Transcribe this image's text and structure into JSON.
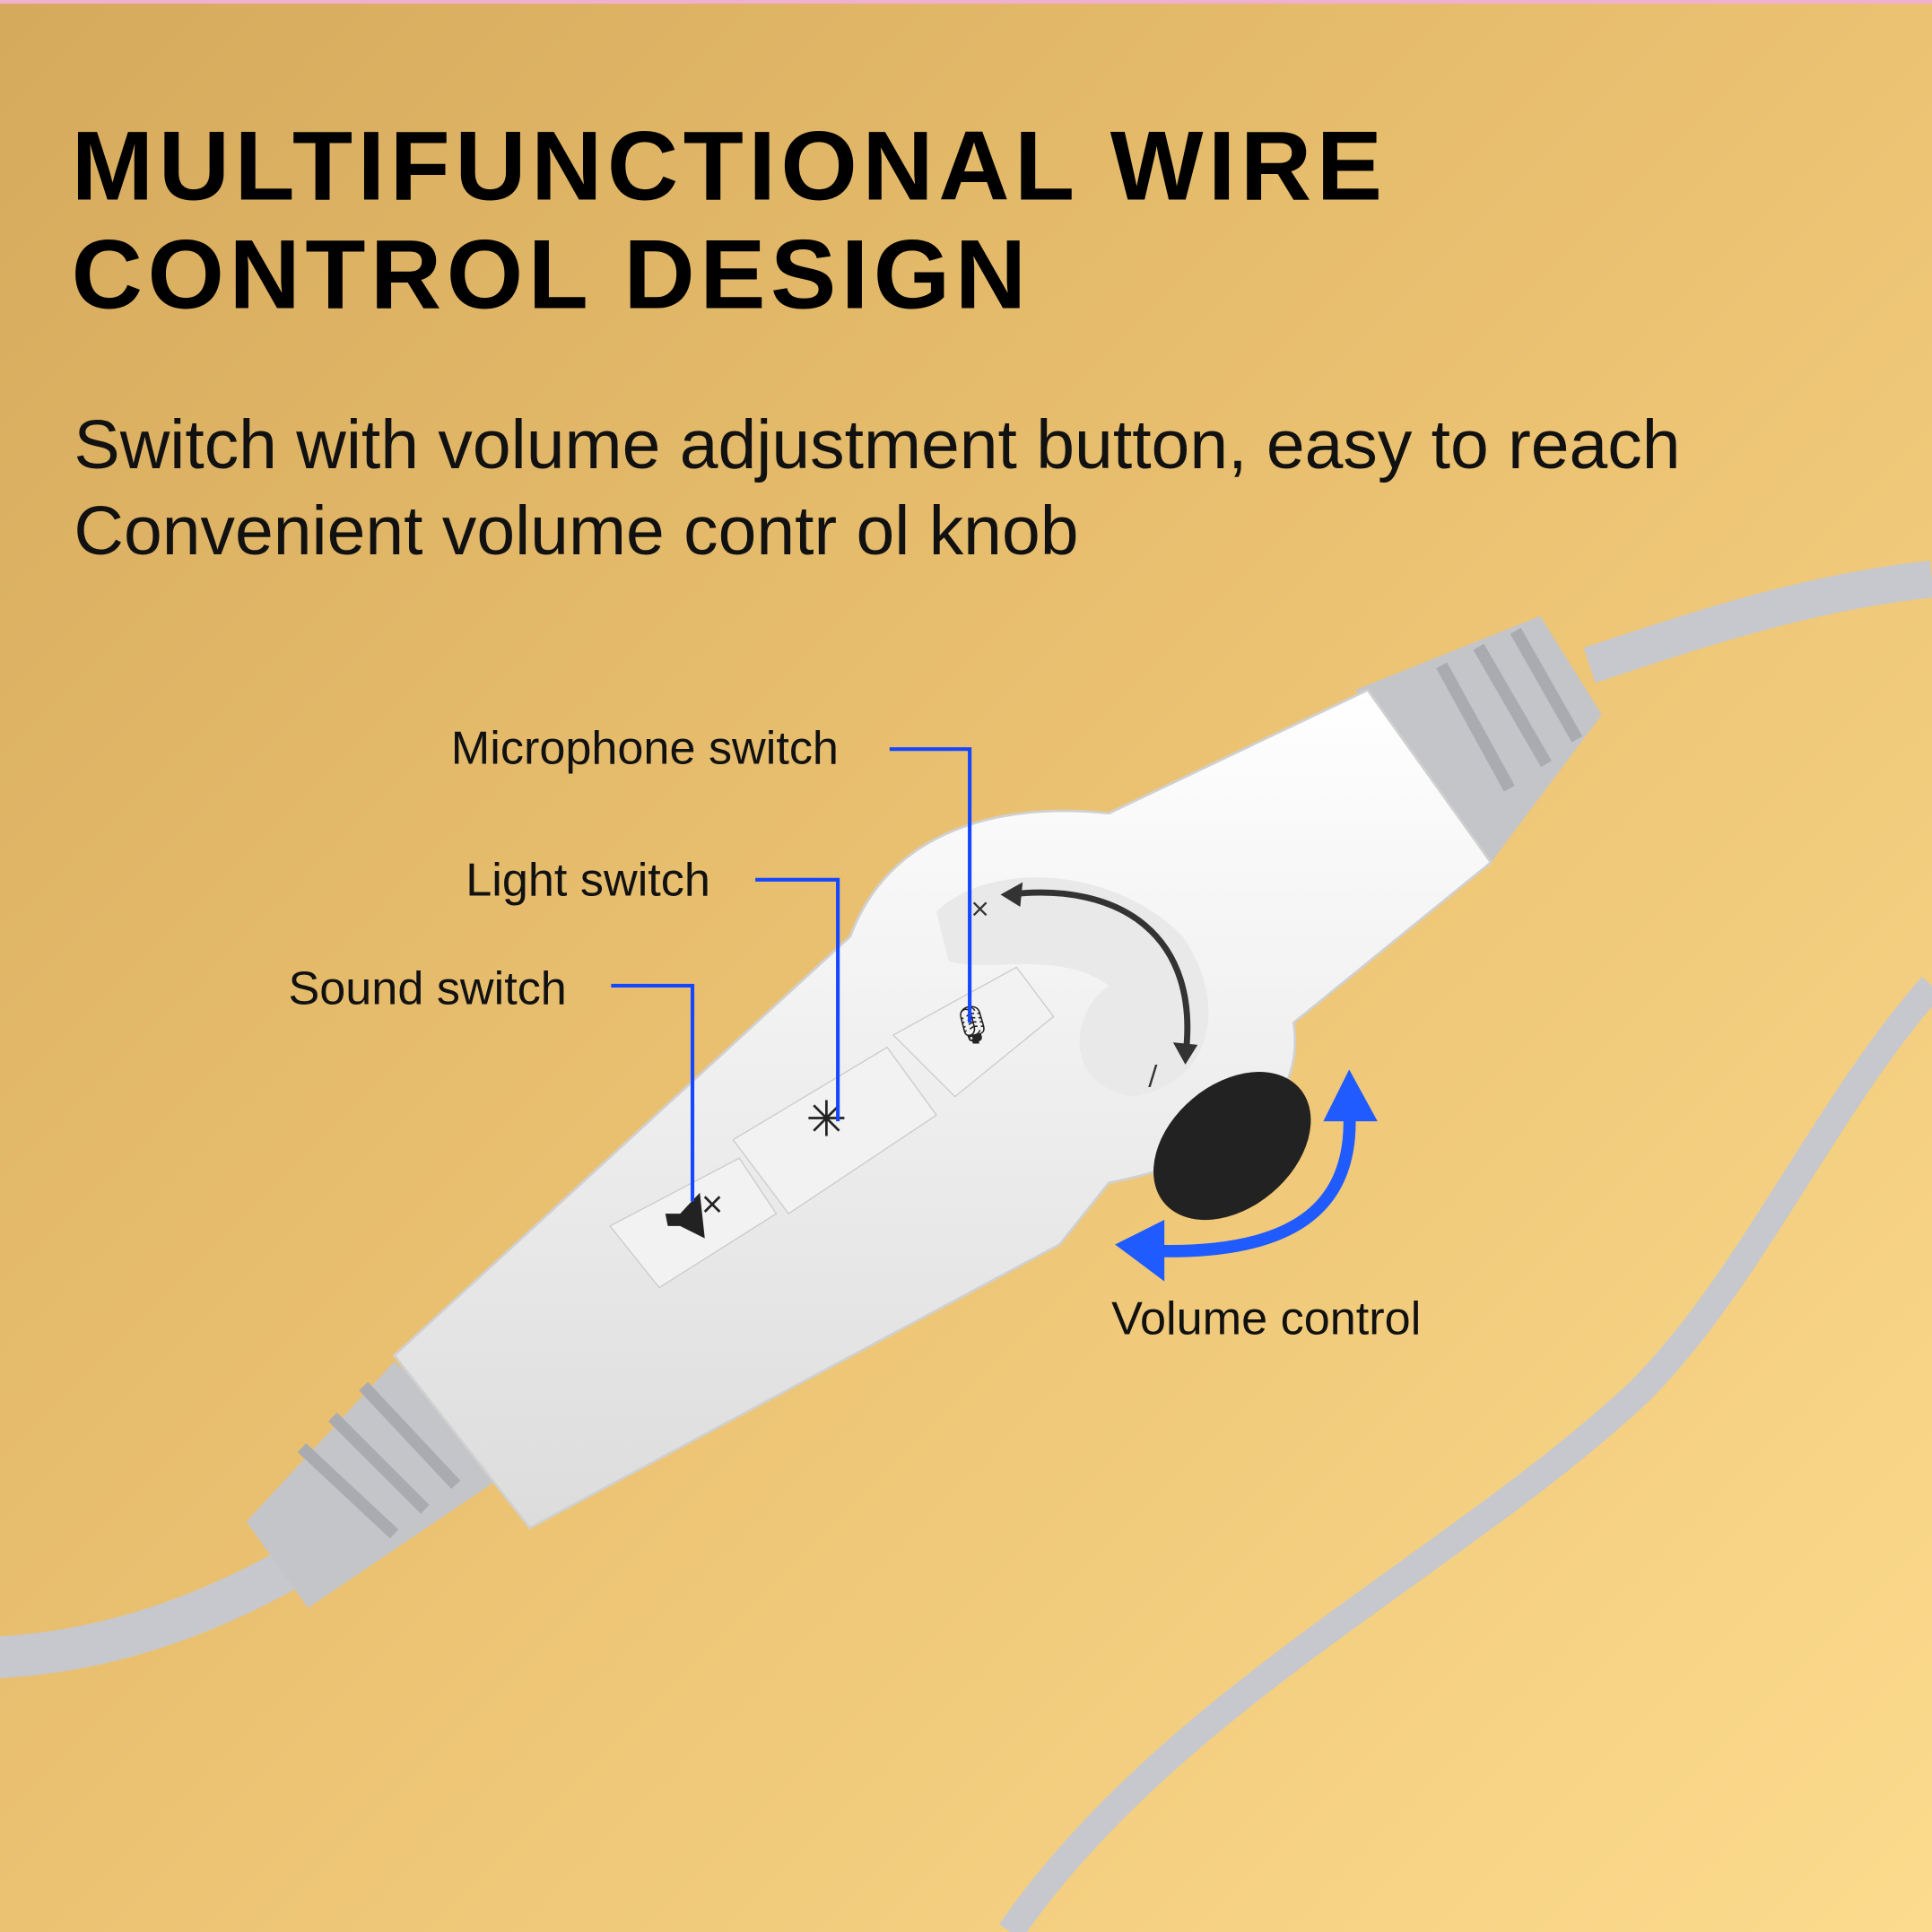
{
  "headline": {
    "line1": "MULTIFUNCTIONAL WIRE",
    "line2": "CONTROL DESIGN"
  },
  "description": {
    "line1": "Switch with volume adjustment button, easy to reach",
    "line2": "Convenient volume contr ol knob"
  },
  "callouts": {
    "microphone": "Microphone switch",
    "light": "Light switch",
    "sound": "Sound switch",
    "volume": "Volume control"
  },
  "colors": {
    "background_top": "#d9ae5e",
    "background_bottom": "#fbd98a",
    "accent": "#1447ff",
    "device": "#f4f4f4",
    "cable": "#c9cbd0"
  }
}
